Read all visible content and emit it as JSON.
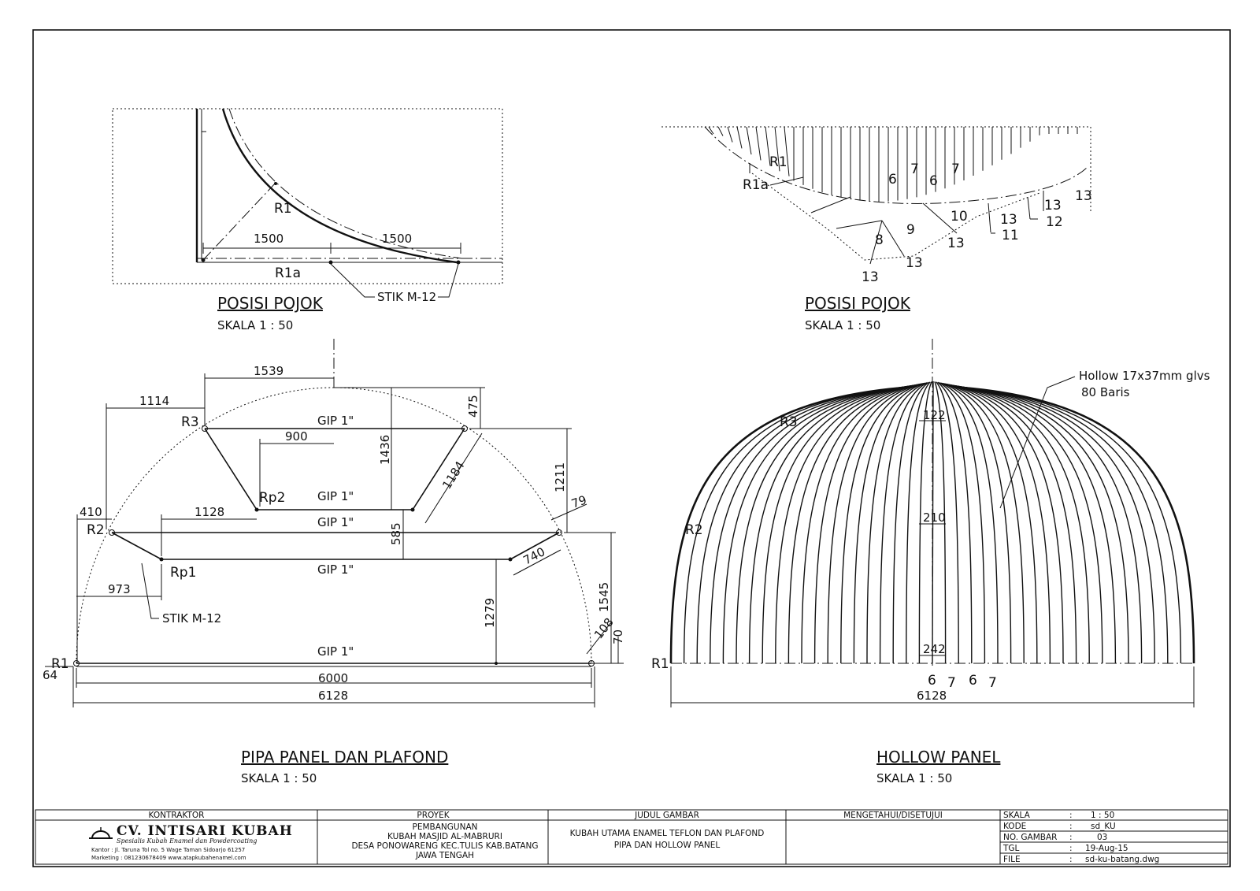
{
  "views": {
    "corner_left": {
      "title": "POSISI POJOK",
      "scale": "SKALA 1 : 50",
      "labels": {
        "r1": "R1",
        "r1a": "R1a",
        "stik": "STIK M-12",
        "dim_a": "1500",
        "dim_b": "1500"
      }
    },
    "corner_right": {
      "title": "POSISI POJOK",
      "scale": "SKALA 1 : 50",
      "labels": {
        "r1": "R1",
        "r1a": "R1a",
        "n6a": "6",
        "n7a": "7",
        "n6b": "6",
        "n7b": "7",
        "n8": "8",
        "n9": "9",
        "n10": "10",
        "n11": "11",
        "n12": "12",
        "n13a": "13",
        "n13b": "13",
        "n13c": "13",
        "n13d": "13",
        "n13e": "13",
        "n13f": "13"
      }
    },
    "pipe": {
      "title": "PIPA PANEL DAN PLAFOND",
      "scale": "SKALA 1 : 50",
      "labels": {
        "r1": "R1",
        "r2": "R2",
        "r3": "R3",
        "rp1": "Rp1",
        "rp2": "Rp2",
        "gip1": "GIP 1\"",
        "gip2": "GIP 1\"",
        "gip3": "GIP 1\"",
        "gip4": "GIP 1\"",
        "gip5": "GIP 1\"",
        "stik": "STIK M-12",
        "d1539": "1539",
        "d1114": "1114",
        "d900": "900",
        "d475": "475",
        "d1436": "1436",
        "d1211": "1211",
        "d1184": "1184",
        "d410": "410",
        "d1128": "1128",
        "d79": "79",
        "d585": "585",
        "d740": "740",
        "d973": "973",
        "d1279": "1279",
        "d1545": "1545",
        "d108": "108",
        "d70": "70",
        "d64": "64",
        "d6000": "6000",
        "d6128": "6128"
      }
    },
    "hollow": {
      "title": "HOLLOW PANEL",
      "scale": "SKALA 1 : 50",
      "labels": {
        "r1": "R1",
        "r2": "R2",
        "r3": "R3",
        "d122": "122",
        "d210": "210",
        "d242": "242",
        "d6128": "6128",
        "n6a": "6",
        "n7a": "7",
        "n6b": "6",
        "n7b": "7",
        "note1": "Hollow 17x37mm glvs",
        "note2": "80 Baris"
      }
    }
  },
  "title_block": {
    "headers": {
      "kontraktor": "KONTRAKTOR",
      "proyek": "PROYEK",
      "judul": "JUDUL GAMBAR",
      "mengetahui": "MENGETAHUI/DISETUJUI"
    },
    "company": {
      "name": "CV. INTISARI KUBAH",
      "tagline": "Spesialis Kubah Enamel dan Powdercoating",
      "address": "Kantor : Jl. Taruna Tol no. 5 Wage Taman Sidoarjo 61257",
      "marketing": "Marketing : 081230678409   www.atapkubahenamel.com"
    },
    "project": [
      "PEMBANGUNAN",
      "KUBAH MASJID AL-MABRURI",
      "DESA PONOWARENG  KEC.TULIS  KAB.BATANG",
      "JAWA TENGAH"
    ],
    "drawing_title": [
      "KUBAH UTAMA ENAMEL TEFLON DAN PLAFOND",
      "PIPA DAN HOLLOW PANEL"
    ],
    "info": [
      {
        "key": "SKALA",
        "value": "1 : 50"
      },
      {
        "key": "KODE",
        "value": "sd_KU"
      },
      {
        "key": "NO. GAMBAR",
        "value": "03"
      },
      {
        "key": "TGL",
        "value": "19-Aug-15"
      },
      {
        "key": "FILE",
        "value": "sd-ku-batang.dwg"
      }
    ]
  }
}
